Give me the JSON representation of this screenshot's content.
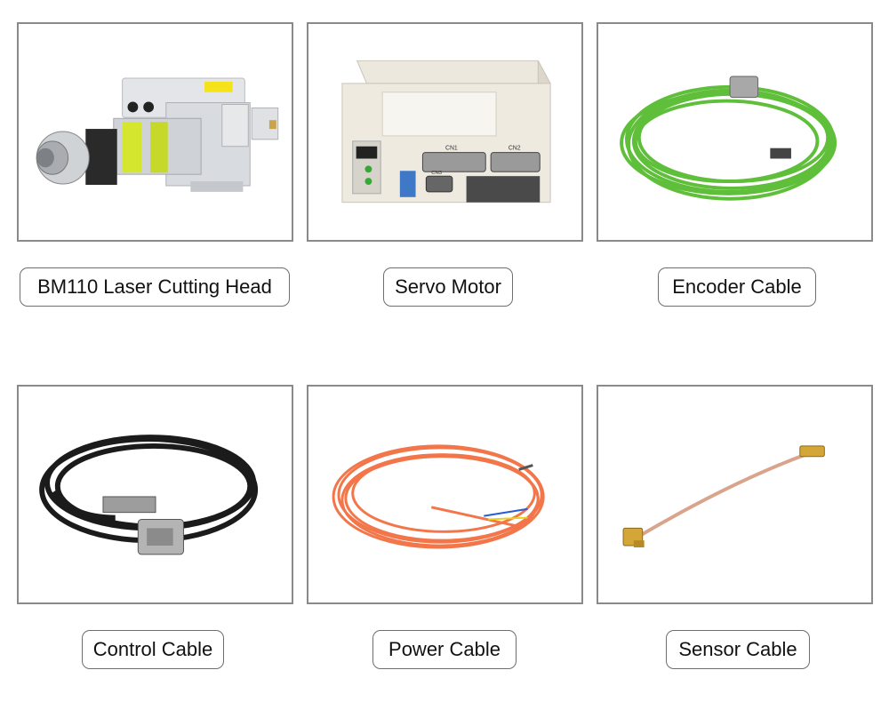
{
  "products": [
    {
      "label": "BM110 Laser Cutting Head",
      "image": "laser-cutting-head-photo"
    },
    {
      "label": "Servo Motor",
      "image": "servo-motor-photo"
    },
    {
      "label": "Encoder Cable",
      "image": "encoder-cable-photo"
    },
    {
      "label": "Control Cable",
      "image": "control-cable-photo"
    },
    {
      "label": "Power Cable",
      "image": "power-cable-photo"
    },
    {
      "label": "Sensor Cable",
      "image": "sensor-cable-photo"
    }
  ],
  "servo_panel": {
    "cn1": "CN1",
    "cn2": "CN2",
    "cn3": "CN3"
  },
  "colors": {
    "card_border": "#8a8a8a",
    "label_border": "#6e6e6e",
    "encoder_cable": "#5fbf3a",
    "power_cable": "#f2764a",
    "control_cable": "#1b1b1b",
    "sensor_cable": "#d9a48c"
  }
}
